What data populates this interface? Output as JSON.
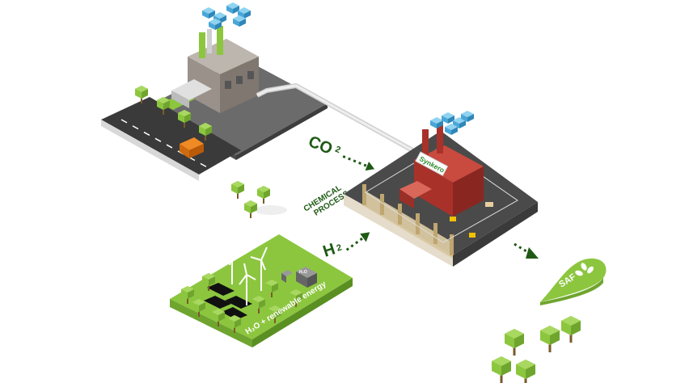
{
  "labels": {
    "co2_main": "CO",
    "co2_sub": "2",
    "chemical_line1": "CHEMICAL",
    "chemical_line2": "PROCESS",
    "h2_main": "H",
    "h2_sub": "2",
    "factory_sign": "Synkero",
    "field_text": "H₂O + renewable energy",
    "water_box": "H₂O",
    "saf": "SAF"
  },
  "colors": {
    "dark_green": "#1e5a14",
    "field_green": "#8cc63f",
    "brick_red": "#b8352c",
    "asphalt": "#4a4a4a",
    "smoke_blue": "#5fb8e0"
  }
}
